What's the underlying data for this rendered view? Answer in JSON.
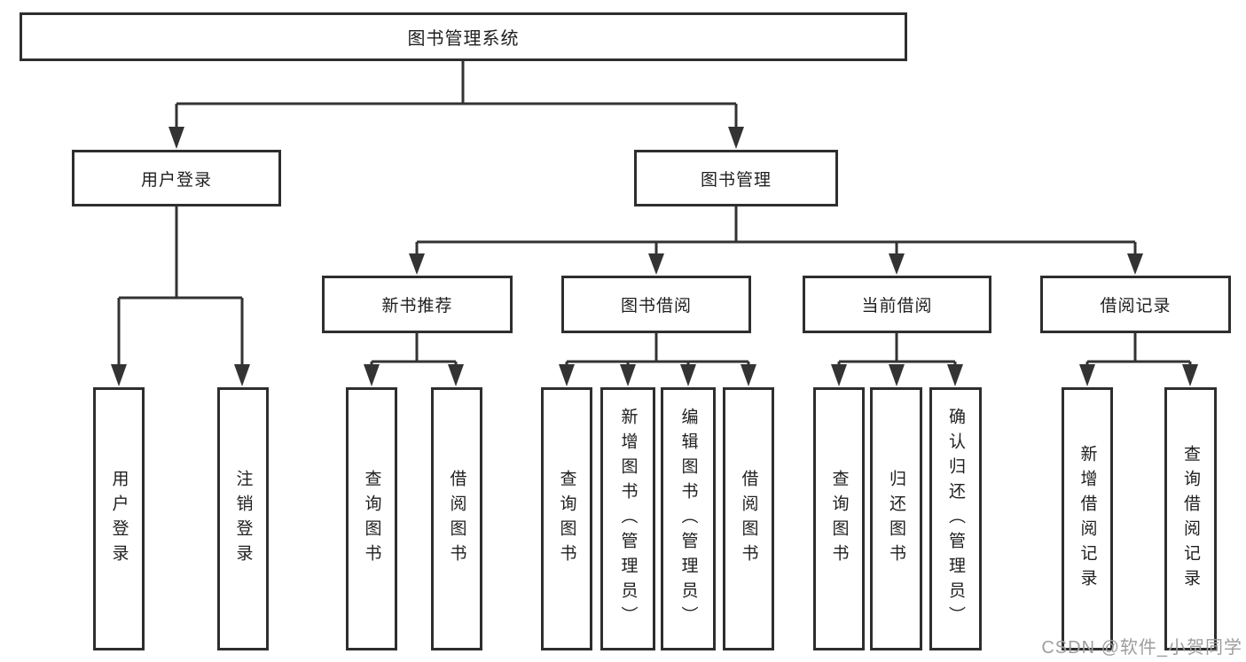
{
  "diagram": {
    "root": {
      "label": "图书管理系统"
    },
    "branches": [
      {
        "label": "用户登录",
        "leaves": [
          {
            "label": "用户登录"
          },
          {
            "label": "注销登录"
          }
        ]
      },
      {
        "label": "图书管理",
        "groups": [
          {
            "label": "新书推荐",
            "leaves": [
              {
                "label": "查询图书"
              },
              {
                "label": "借阅图书"
              }
            ]
          },
          {
            "label": "图书借阅",
            "leaves": [
              {
                "label": "查询图书"
              },
              {
                "label": "新增图书（管理员）"
              },
              {
                "label": "编辑图书（管理员）"
              },
              {
                "label": "借阅图书"
              }
            ]
          },
          {
            "label": "当前借阅",
            "leaves": [
              {
                "label": "查询图书"
              },
              {
                "label": "归还图书"
              },
              {
                "label": "确认归还（管理员）"
              }
            ]
          },
          {
            "label": "借阅记录",
            "leaves": [
              {
                "label": "新增借阅记录"
              },
              {
                "label": "查询借阅记录"
              }
            ]
          }
        ]
      }
    ]
  },
  "watermark": {
    "text": "CSDN @软件_小贺同学"
  },
  "colors": {
    "background": "#ffffff",
    "line": "#333333",
    "box_border": "#2e2e2e",
    "text": "#1f1f1f",
    "watermark_text": "#9e9e9e"
  }
}
